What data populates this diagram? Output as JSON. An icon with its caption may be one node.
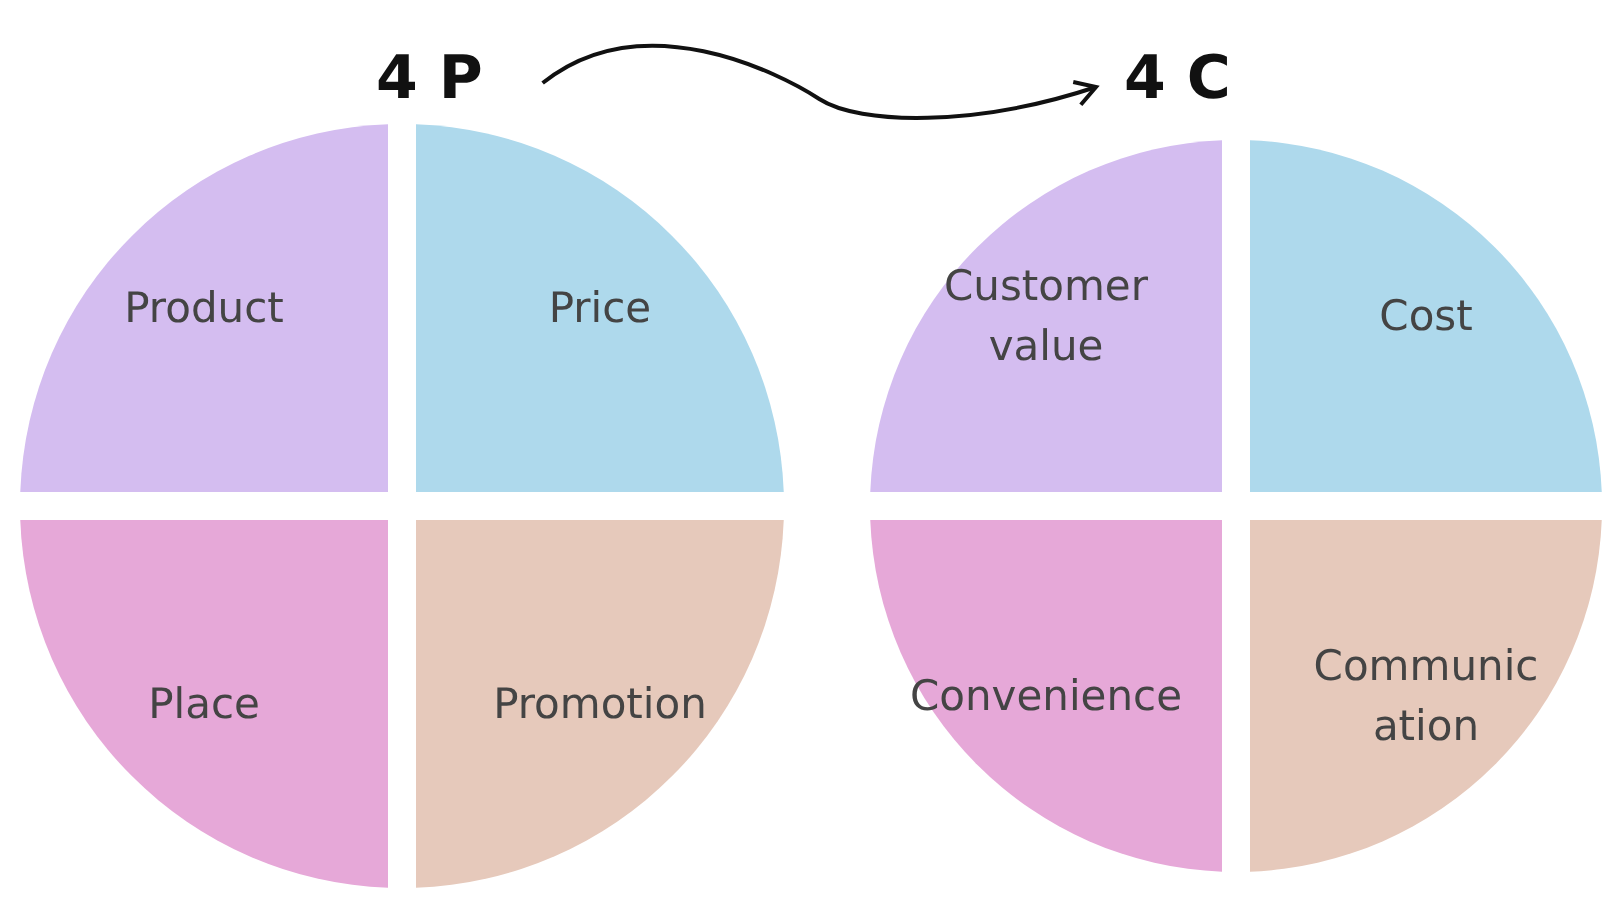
{
  "diagram": {
    "nodes": [
      {
        "text": [
          "4 P"
        ]
      },
      {
        "text": [
          "4 C"
        ]
      },
      {
        "text": [
          "Product"
        ]
      },
      {
        "text": [
          "Price"
        ]
      },
      {
        "text": [
          "Place"
        ]
      },
      {
        "text": [
          "Promotion"
        ]
      },
      {
        "text": [
          "Customer value"
        ]
      },
      {
        "text": [
          "Cost"
        ]
      },
      {
        "text": [
          "Convenience"
        ]
      },
      {
        "text": [
          "Communic ation"
        ]
      }
    ],
    "edges": [
      {
        "from": 0,
        "to": 1,
        "arrow": "to"
      }
    ]
  }
}
